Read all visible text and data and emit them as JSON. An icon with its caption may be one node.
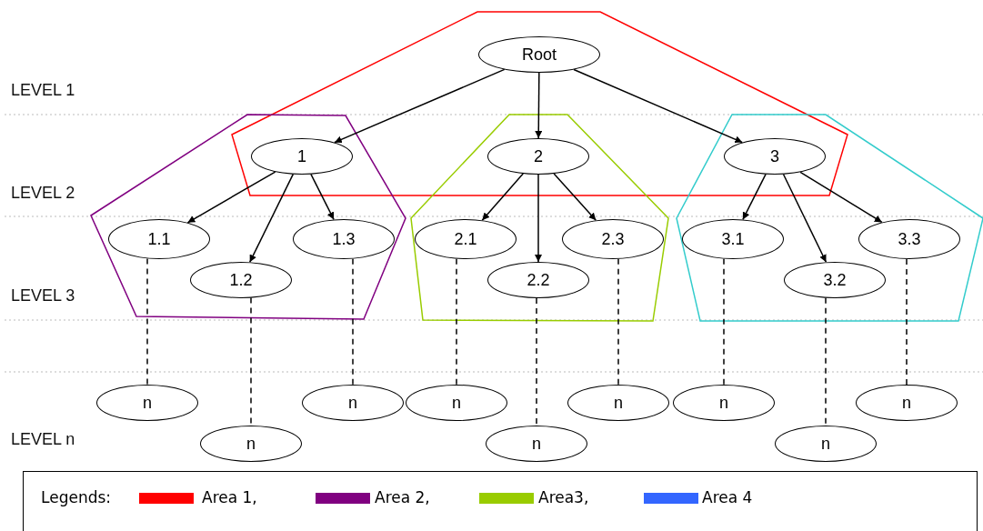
{
  "diagram": {
    "nodes": [
      {
        "text": [
          "Root"
        ]
      },
      {
        "text": [
          "1"
        ]
      },
      {
        "text": [
          "2"
        ]
      },
      {
        "text": [
          "3"
        ]
      },
      {
        "text": [
          "1.1"
        ]
      },
      {
        "text": [
          "1.2"
        ]
      },
      {
        "text": [
          "1.3"
        ]
      },
      {
        "text": [
          "2.1"
        ]
      },
      {
        "text": [
          "2.2"
        ]
      },
      {
        "text": [
          "2.3"
        ]
      },
      {
        "text": [
          "3.1"
        ]
      },
      {
        "text": [
          "3.2"
        ]
      },
      {
        "text": [
          "3.3"
        ]
      },
      {
        "text": [
          "n"
        ]
      },
      {
        "text": [
          "n"
        ]
      },
      {
        "text": [
          "n"
        ]
      },
      {
        "text": [
          "n"
        ]
      },
      {
        "text": [
          "n"
        ]
      },
      {
        "text": [
          "n"
        ]
      },
      {
        "text": [
          "n"
        ]
      },
      {
        "text": [
          "n"
        ]
      },
      {
        "text": [
          "n"
        ]
      }
    ],
    "edges": [
      {
        "from": 0,
        "to": 1,
        "arrow": "to"
      },
      {
        "from": 0,
        "to": 2,
        "arrow": "to"
      },
      {
        "from": 0,
        "to": 3,
        "arrow": "to"
      },
      {
        "from": 1,
        "to": 4,
        "arrow": "to"
      },
      {
        "from": 1,
        "to": 5,
        "arrow": "to"
      },
      {
        "from": 1,
        "to": 6,
        "arrow": "to"
      },
      {
        "from": 2,
        "to": 7,
        "arrow": "to"
      },
      {
        "from": 2,
        "to": 8,
        "arrow": "to"
      },
      {
        "from": 2,
        "to": 9,
        "arrow": "to"
      },
      {
        "from": 3,
        "to": 10,
        "arrow": "to"
      },
      {
        "from": 3,
        "to": 11,
        "arrow": "to"
      },
      {
        "from": 3,
        "to": 12,
        "arrow": "to"
      },
      {
        "from": 4,
        "to": 13,
        "arrow": "none",
        "style": "dashed"
      },
      {
        "from": 5,
        "to": 14,
        "arrow": "none",
        "style": "dashed"
      },
      {
        "from": 6,
        "to": 15,
        "arrow": "none",
        "style": "dashed"
      },
      {
        "from": 7,
        "to": 16,
        "arrow": "none",
        "style": "dashed"
      },
      {
        "from": 8,
        "to": 17,
        "arrow": "none",
        "style": "dashed"
      },
      {
        "from": 9,
        "to": 18,
        "arrow": "none",
        "style": "dashed"
      },
      {
        "from": 10,
        "to": 19,
        "arrow": "none",
        "style": "dashed"
      },
      {
        "from": 11,
        "to": 20,
        "arrow": "none",
        "style": "dashed"
      },
      {
        "from": 12,
        "to": 21,
        "arrow": "none",
        "style": "dashed"
      }
    ],
    "labels": [
      "LEVEL 1",
      "LEVEL 2",
      "LEVEL 3",
      "LEVEL n",
      "Legends:"
    ],
    "legend": [
      {
        "text": "Area 1,",
        "color": "#ff0000"
      },
      {
        "text": "Area 2,",
        "color": "#800080"
      },
      {
        "text": "Area3,",
        "color": "#99cc00"
      },
      {
        "text": "Area 4",
        "color": "#3366ff"
      }
    ]
  }
}
